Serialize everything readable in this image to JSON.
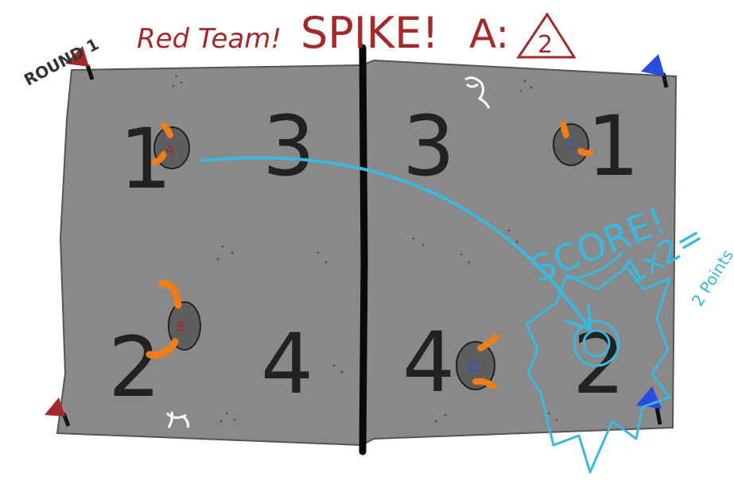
{
  "header": {
    "round": "ROUND 1",
    "team": "Red Team!",
    "action": "SPIKE!",
    "assignment": "A:",
    "assignment_value": "2"
  },
  "court": {
    "left": {
      "zones": [
        "1",
        "3",
        "2",
        "4"
      ]
    },
    "right": {
      "zones": [
        "3",
        "1",
        "4",
        "2"
      ]
    }
  },
  "players": [
    {
      "letter": "A",
      "color": "#a32a2a"
    },
    {
      "letter": "B",
      "color": "#a32a2a"
    },
    {
      "letter": "C",
      "color": "#3a4fd0"
    },
    {
      "letter": "D",
      "color": "#3a4fd0"
    }
  ],
  "annotation": {
    "score": "SCORE!",
    "formula": "1x2=",
    "points": "2 Points"
  },
  "colors": {
    "red_team": "#a32a2a",
    "blue_team": "#2a4be0",
    "court": "#898989",
    "annotation": "#3ab8e0",
    "player_marker": "#f07d1a"
  },
  "icons": [
    "red-flag-icon",
    "blue-flag-icon",
    "net-line",
    "trajectory-arrow",
    "starburst"
  ]
}
